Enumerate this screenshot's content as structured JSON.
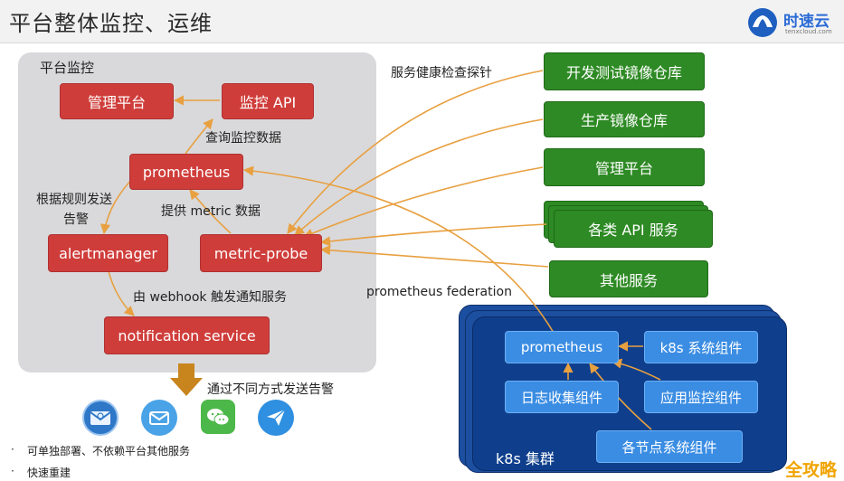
{
  "header": {
    "title": "平台整体监控、运维",
    "logo_text": "时速云",
    "logo_sub": "tenxcloud.com"
  },
  "panel": {
    "title": "平台监控",
    "boxes": {
      "manage": "管理平台",
      "monitor_api": "监控 API",
      "prometheus": "prometheus",
      "alertmanager": "alertmanager",
      "metric_probe": "metric-probe",
      "notification": "notification service"
    },
    "labels": {
      "query": "查询监控数据",
      "rules_line1": "根据规则发送",
      "rules_line2": "告警",
      "provide": "提供 metric 数据",
      "webhook": "由 webhook 触发通知服务"
    }
  },
  "right": {
    "health_label": "服务健康检查探针",
    "federation_label": "prometheus federation",
    "boxes": {
      "dev_repo": "开发测试镜像仓库",
      "prod_repo": "生产镜像仓库",
      "manage": "管理平台",
      "api_services": "各类 API 服务",
      "other_services": "其他服务"
    }
  },
  "k8s": {
    "cluster_label": "k8s 集群",
    "boxes": {
      "prometheus": "prometheus",
      "components": "k8s 系统组件",
      "log_collect": "日志收集组件",
      "app_monitor": "应用监控组件",
      "node_components": "各节点系统组件"
    }
  },
  "bottom": {
    "send_label": "通过不同方式发送告警",
    "bullets": [
      "可单独部署、不依赖平台其他服务",
      "快速重建"
    ],
    "bullet_mark": "·",
    "icons": [
      "mail-icon",
      "envelope-icon",
      "wechat-icon",
      "paper-plane-icon"
    ]
  },
  "watermark": "全攻略",
  "colors": {
    "red_box": "#cf3d3a",
    "green_box": "#2e8a24",
    "blue_box": "#3b8de3",
    "cluster_bg": "#0f3f8c",
    "arrow": "#e8a040",
    "down_arrow": "#c8851e",
    "panel_bg": "#d9d9db"
  }
}
